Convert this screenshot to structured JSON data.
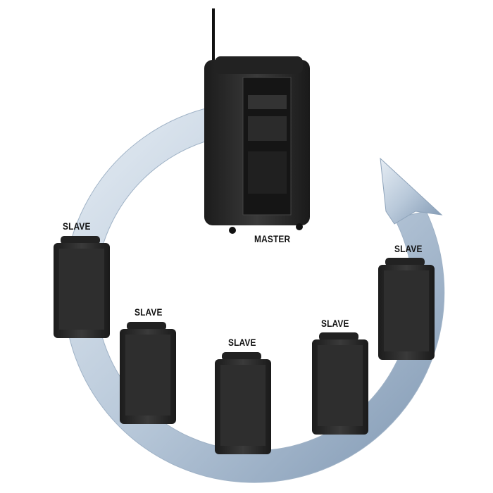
{
  "diagram": {
    "master": {
      "label": "MASTER"
    },
    "slaves": [
      {
        "label": "SLAVE"
      },
      {
        "label": "SLAVE"
      },
      {
        "label": "SLAVE"
      },
      {
        "label": "SLAVE"
      },
      {
        "label": "SLAVE"
      }
    ],
    "colors": {
      "arrow_light": "#dfe8f1",
      "arrow_dark": "#8fa6bf",
      "speaker": "#2a2a2a"
    }
  }
}
